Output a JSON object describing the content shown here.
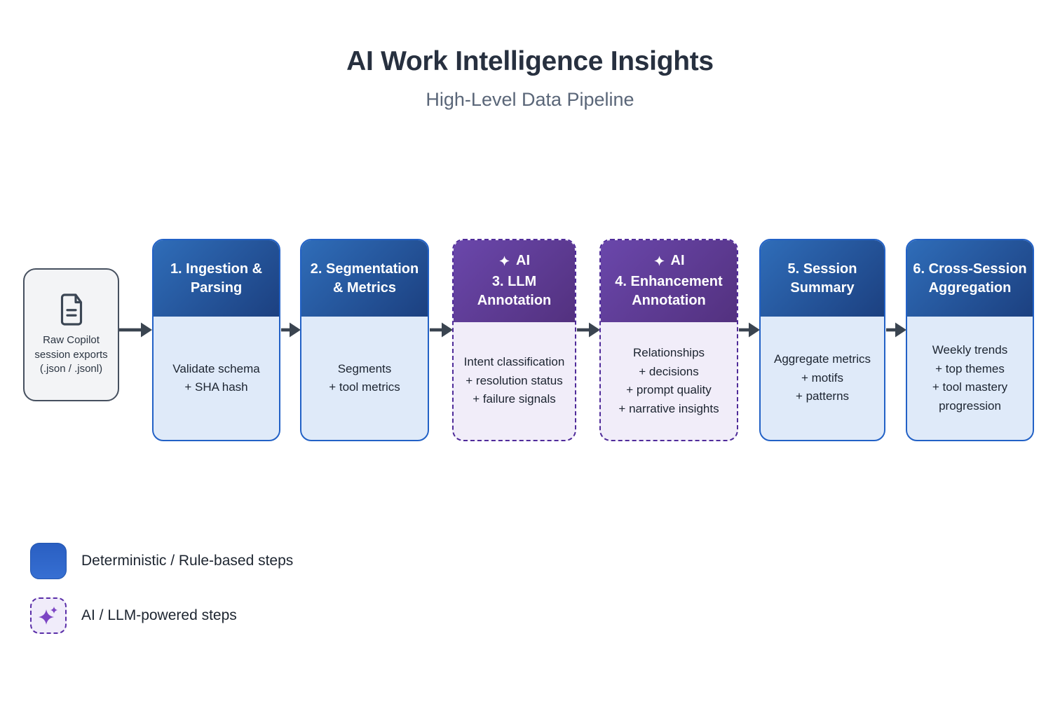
{
  "header": {
    "title": "AI Work Intelligence Insights",
    "subtitle": "High-Level Data Pipeline"
  },
  "source": {
    "icon": "document-icon",
    "label": "Raw Copilot\nsession exports\n(.json / .jsonl)"
  },
  "pipeline": {
    "steps": [
      {
        "id": 1,
        "type": "deterministic",
        "title": "1. Ingestion &\nParsing",
        "body": "Validate schema\n+ SHA hash"
      },
      {
        "id": 2,
        "type": "deterministic",
        "title": "2. Segmentation\n& Metrics",
        "body": "Segments\n+ tool metrics"
      },
      {
        "id": 3,
        "type": "ai",
        "badge": "AI",
        "badge_icon": "sparkle-icon",
        "title": "3. LLM\nAnnotation",
        "body": "Intent classification\n+ resolution status\n+ failure signals"
      },
      {
        "id": 4,
        "type": "ai",
        "badge": "AI",
        "badge_icon": "sparkle-icon",
        "title": "4. Enhancement\nAnnotation",
        "body": "Relationships\n+ decisions\n+ prompt quality\n+ narrative insights"
      },
      {
        "id": 5,
        "type": "deterministic",
        "title": "5. Session\nSummary",
        "body": "Aggregate metrics\n+ motifs\n+ patterns"
      },
      {
        "id": 6,
        "type": "deterministic",
        "title": "6. Cross-Session\nAggregation",
        "body": "Weekly trends\n+ top themes\n+ tool mastery\nprogression"
      }
    ]
  },
  "legend": {
    "items": [
      {
        "swatch": "blue-solid",
        "label": "Deterministic / Rule-based steps"
      },
      {
        "swatch": "purple-dashed-sparkle",
        "label": "AI / LLM-powered steps"
      }
    ]
  },
  "colors": {
    "blue_border": "#2261c6",
    "blue_header_start": "#2f6db9",
    "blue_header_end": "#1c4080",
    "blue_body": "#dfeaf9",
    "purple_border": "#4f2b99",
    "purple_header_start": "#6a47ab",
    "purple_header_end": "#53317f",
    "purple_body": "#f1edf9",
    "arrow": "#3a4450",
    "sparkle_purple": "#7c45c4",
    "title_text": "#27303f",
    "subtitle_text": "#5a6678"
  }
}
